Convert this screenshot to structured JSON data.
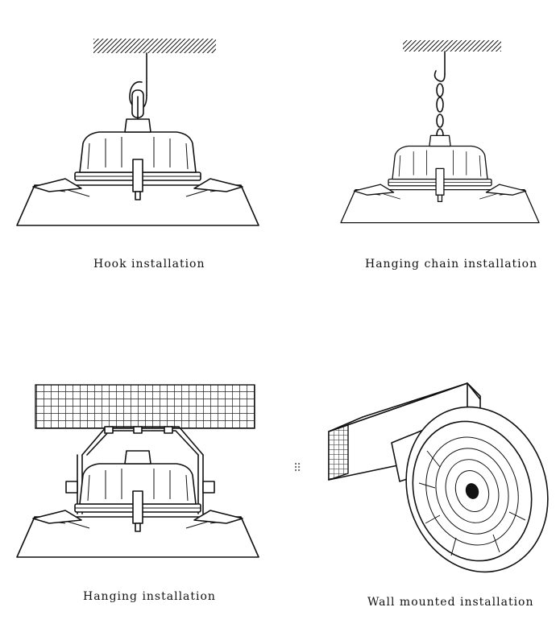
{
  "panels": [
    {
      "caption": "Hook installation"
    },
    {
      "caption": "Hanging chain installation"
    },
    {
      "caption": "Hanging installation"
    },
    {
      "caption": "Wall mounted installation"
    }
  ],
  "icons": {
    "drag_handle": "drag-handle-icon",
    "drag_handle_glyph": "⠿"
  }
}
